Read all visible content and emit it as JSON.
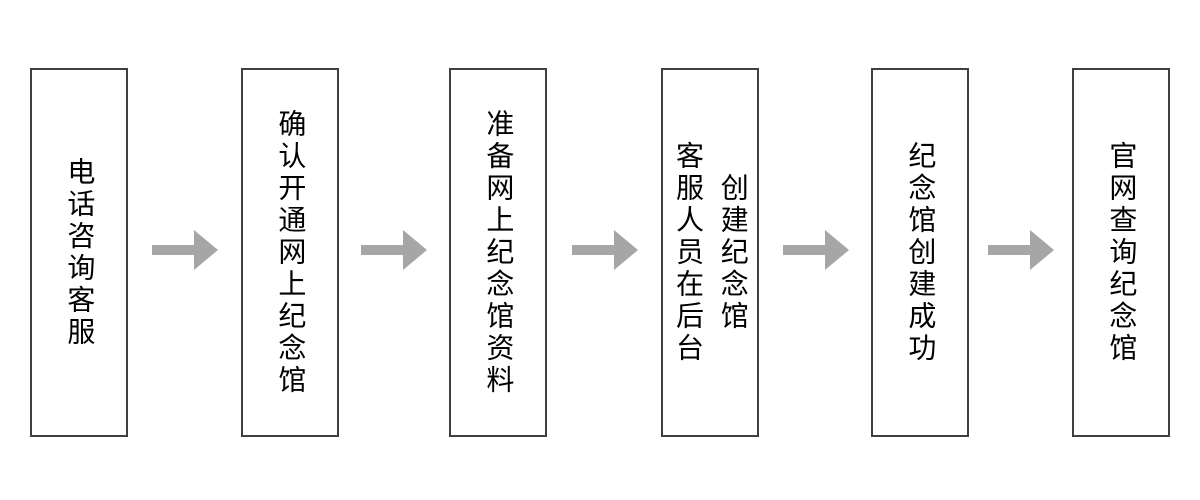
{
  "flowchart": {
    "type": "horizontal-process-flow",
    "nodes": [
      {
        "label": "电话咨询客服"
      },
      {
        "label": "确认开通网上纪念馆"
      },
      {
        "label": "准备网上纪念馆资料"
      },
      {
        "label": "客服人员在后台\n创建纪念馆"
      },
      {
        "label": "纪念馆创建成功"
      },
      {
        "label": "官网查询纪念馆"
      }
    ],
    "arrow_color": "#a6a6a6",
    "border_color": "#3f3f3f",
    "text_color": "#000000",
    "background_color": "#ffffff"
  }
}
